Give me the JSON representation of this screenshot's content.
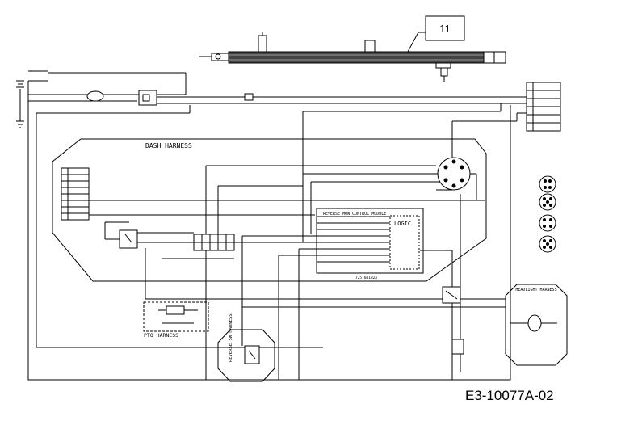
{
  "callout": {
    "number": "11"
  },
  "harness_labels": {
    "dash": "DASH HARNESS",
    "pto": "PTO HARNESS",
    "reverse_sw": "REVERSE SW HARNESS",
    "headlight": "HEADLIGHT HARNESS"
  },
  "module": {
    "title": "REVERSE MOW CONTROL MODULE",
    "logic": "LOGIC",
    "part_number": "725-04182A"
  },
  "drawing_number": "E3-10077A-02"
}
